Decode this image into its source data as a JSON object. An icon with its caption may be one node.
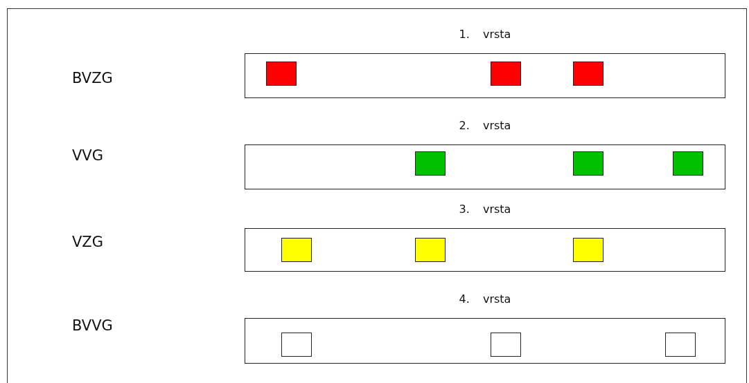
{
  "diagram": {
    "nodes": [
      {
        "text": [
          "1. vrsta"
        ]
      },
      {
        "text": [],
        "shape": "box",
        "in": 0
      },
      {
        "text": [],
        "shape": "box",
        "in": 0
      },
      {
        "text": [],
        "shape": "box",
        "in": 0
      },
      {
        "text": [
          "2. vrsta"
        ]
      },
      {
        "text": [],
        "shape": "box",
        "in": 4
      },
      {
        "text": [],
        "shape": "box",
        "in": 4
      },
      {
        "text": [],
        "shape": "box",
        "in": 4
      },
      {
        "text": [
          "3. vrsta"
        ]
      },
      {
        "text": [],
        "shape": "box",
        "in": 8
      },
      {
        "text": [],
        "shape": "box",
        "in": 8
      },
      {
        "text": [],
        "shape": "box",
        "in": 8
      },
      {
        "text": [
          "4. vrsta"
        ]
      },
      {
        "text": [],
        "shape": "box",
        "in": 12
      },
      {
        "text": [],
        "shape": "box",
        "in": 12
      },
      {
        "text": [],
        "shape": "box",
        "in": 12
      }
    ],
    "edges": [],
    "labels": [
      "BVZG",
      "VVG",
      "VZG",
      "BVVG"
    ]
  }
}
